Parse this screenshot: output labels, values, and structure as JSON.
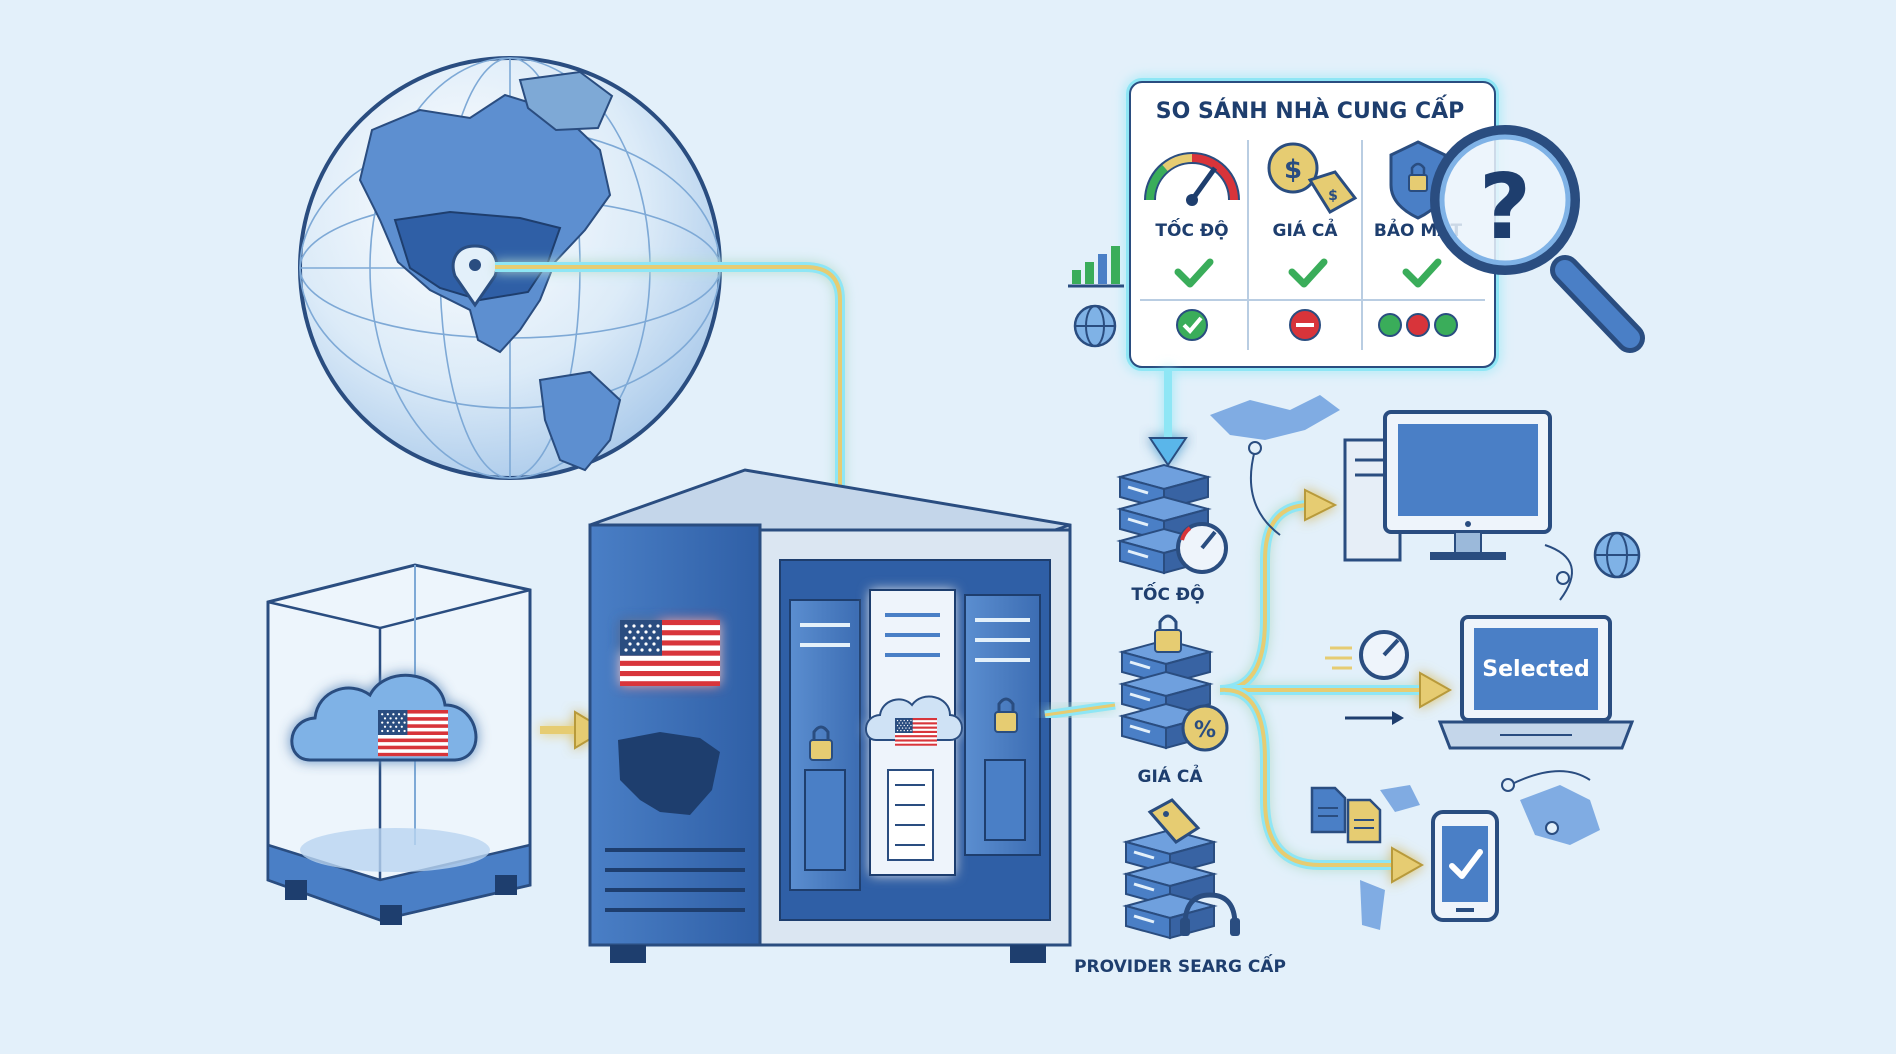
{
  "comparison_panel": {
    "title": "SO SÁNH NHÀ CUNG CẤP",
    "columns": [
      {
        "label": "TỐC ĐỘ",
        "icon": "speedometer-icon"
      },
      {
        "label": "GIÁ CẢ",
        "icon": "price-tag-coins-icon"
      },
      {
        "label": "BẢO MẬT",
        "icon": "shield-lock-icon"
      }
    ],
    "rows": [
      {
        "icon": "bar-chart-icon",
        "values": [
          "check",
          "check",
          "check"
        ]
      },
      {
        "icon": "globe-icon",
        "values": [
          "ok-circle",
          "minus-circle",
          "traffic-dots"
        ]
      }
    ]
  },
  "criteria_labels": {
    "speed": "TỐC ĐỘ",
    "price": "GIÁ CẢ",
    "provider": "PROVIDER SEARG CẤP"
  },
  "laptop_screen": "Selected",
  "colors": {
    "background": "#e3f0fa",
    "primary_blue": "#3f73b8",
    "dark_blue": "#2a4d80",
    "glow": "#7fe3f5",
    "gold_arrow": "#e6cc72",
    "check_green": "#3aad5a",
    "stop_red": "#d8343a"
  }
}
